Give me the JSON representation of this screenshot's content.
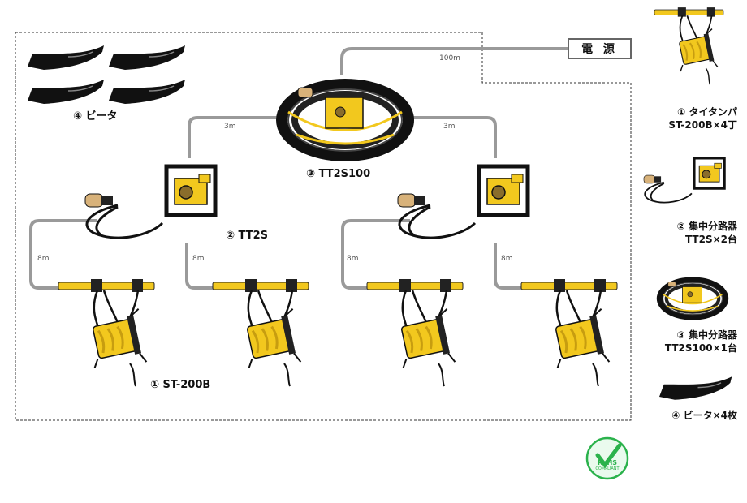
{
  "power": {
    "label": "電 源"
  },
  "cables": {
    "main": "100m",
    "left_mid": "3m",
    "right_mid": "3m",
    "far_left": "8m",
    "mid_left": "8m",
    "mid_right": "8m",
    "far_right": "8m"
  },
  "labels": {
    "beater": "④ ビータ",
    "tt2s100": "③ TT2S100",
    "tt2s": "② TT2S",
    "st200b": "① ST-200B"
  },
  "legend": [
    {
      "line1": "① タイタンパ",
      "line2": "ST-200B×4丁"
    },
    {
      "line1": "② 集中分路器",
      "line2": "TT2S×2台"
    },
    {
      "line1": "③ 集中分路器",
      "line2": "TT2S100×1台"
    },
    {
      "line1": "④ ビータ×4枚",
      "line2": ""
    }
  ],
  "badge": {
    "title": "RoHS",
    "subtitle": "COMPLIANT"
  },
  "colors": {
    "yellow": "#f2c81e",
    "black": "#111111",
    "cable": "#9a9a9a",
    "green": "#2bb24c"
  }
}
